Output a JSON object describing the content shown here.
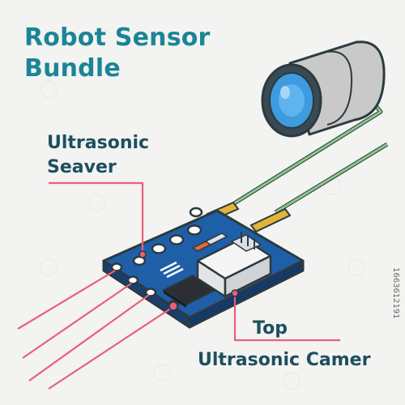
{
  "title_line1": "Robot Sensor",
  "title_line2": "Bundle",
  "labels": {
    "ultrasonic_sensor_line1": "Ultrasonic",
    "ultrasonic_sensor_line2": "Seaver",
    "top": "Top",
    "ultrasonic_camera": "Ultrasonic Camer"
  },
  "watermark_id": "1663612191",
  "colors": {
    "title": "#1a8596",
    "label": "#1e4f5e",
    "board": "#1f5fa8",
    "pointer": "#e8607a",
    "wire": "#8bc78a",
    "lens": "#3d9be0",
    "housing": "#c9c9c9"
  }
}
